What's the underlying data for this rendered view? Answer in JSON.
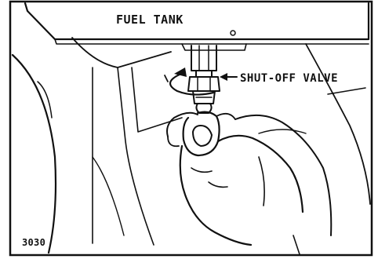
{
  "figure": {
    "number": "3030",
    "labels": {
      "fuel_tank": "FUEL TANK",
      "shut_off_valve": "SHUT-OFF VALVE"
    },
    "colors": {
      "ink": "#111111",
      "paper": "#ffffff"
    }
  }
}
